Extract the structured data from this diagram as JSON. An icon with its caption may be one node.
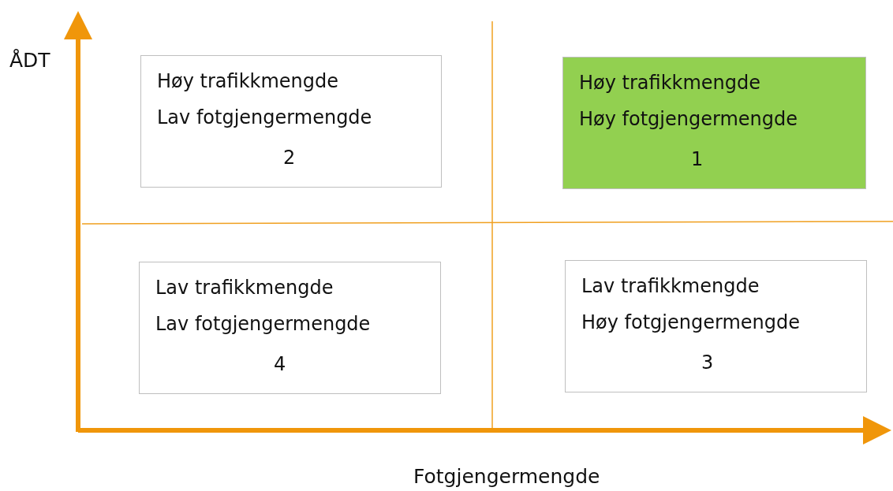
{
  "diagram": {
    "nodes": [
      {
        "text": [
          "Høy trafikkmengde",
          "Lav fotgjengermengde",
          "2"
        ]
      },
      {
        "text": [
          "Høy trafikkmengde",
          "Høy fotgjengermengde",
          "1"
        ]
      },
      {
        "text": [
          "Lav trafikkmengde",
          "Lav fotgjengermengde",
          "4"
        ]
      },
      {
        "text": [
          "Lav trafikkmengde",
          "Høy fotgjengermengde",
          "3"
        ]
      }
    ],
    "edges": [],
    "labels": [
      "ÅDT",
      "Fotgjengermengde"
    ]
  }
}
